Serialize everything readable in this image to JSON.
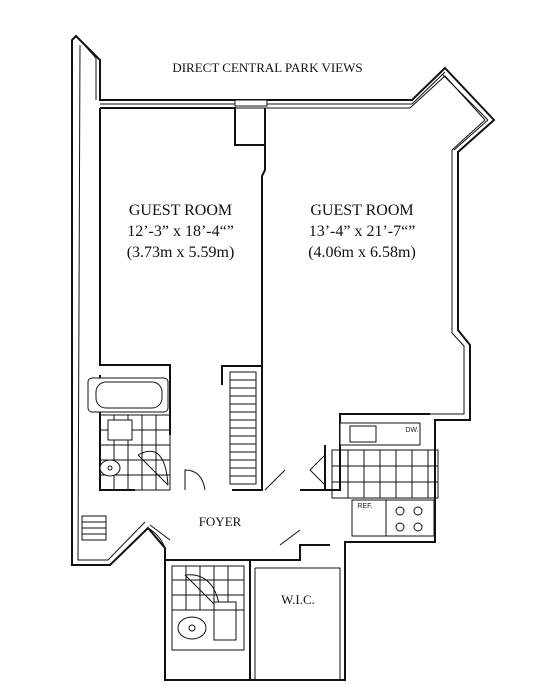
{
  "plan": {
    "view_label": "DIRECT CENTRAL PARK VIEWS",
    "rooms": [
      {
        "name": "GUEST ROOM",
        "dims_imperial": "12’-3” x 18’-4“”",
        "dims_metric": "(3.73m x 5.59m)"
      },
      {
        "name": "GUEST ROOM",
        "dims_imperial": "13’-4” x 21’-7“”",
        "dims_metric": "(4.06m x 6.58m)"
      }
    ],
    "foyer": "FOYER",
    "wic": "W.I.C.",
    "dw": "DW.",
    "ref": "REF."
  }
}
